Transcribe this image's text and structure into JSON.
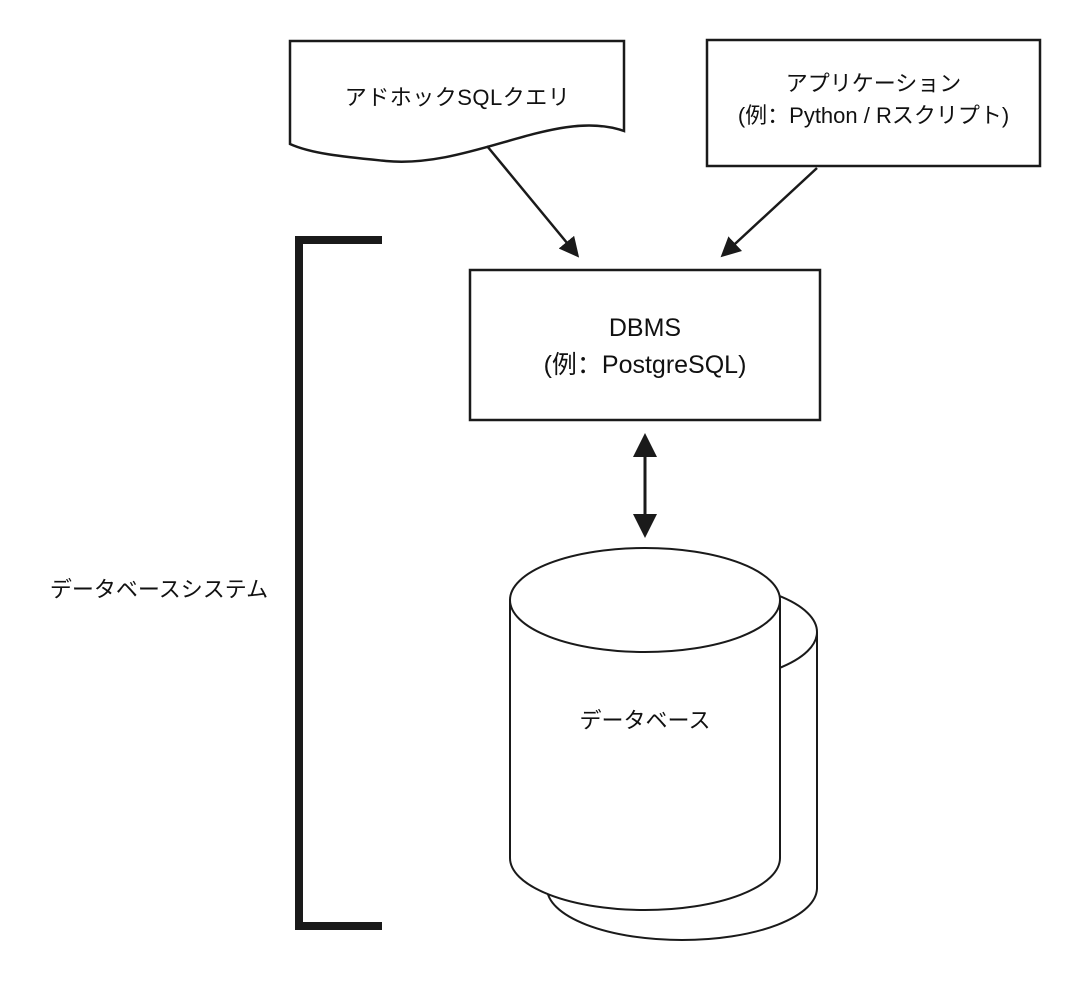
{
  "colors": {
    "stroke": "#1a1a1a",
    "background": "#ffffff"
  },
  "nodes": {
    "adhoc_query": {
      "label": "アドホックSQLクエリ"
    },
    "application": {
      "line1": "アプリケーション",
      "line2": "(例：Python / Rスクリプト)"
    },
    "dbms": {
      "line1": "DBMS",
      "line2": "(例：PostgreSQL)"
    },
    "database": {
      "label": "データベース"
    },
    "system_bracket": {
      "label": "データベースシステム"
    }
  }
}
